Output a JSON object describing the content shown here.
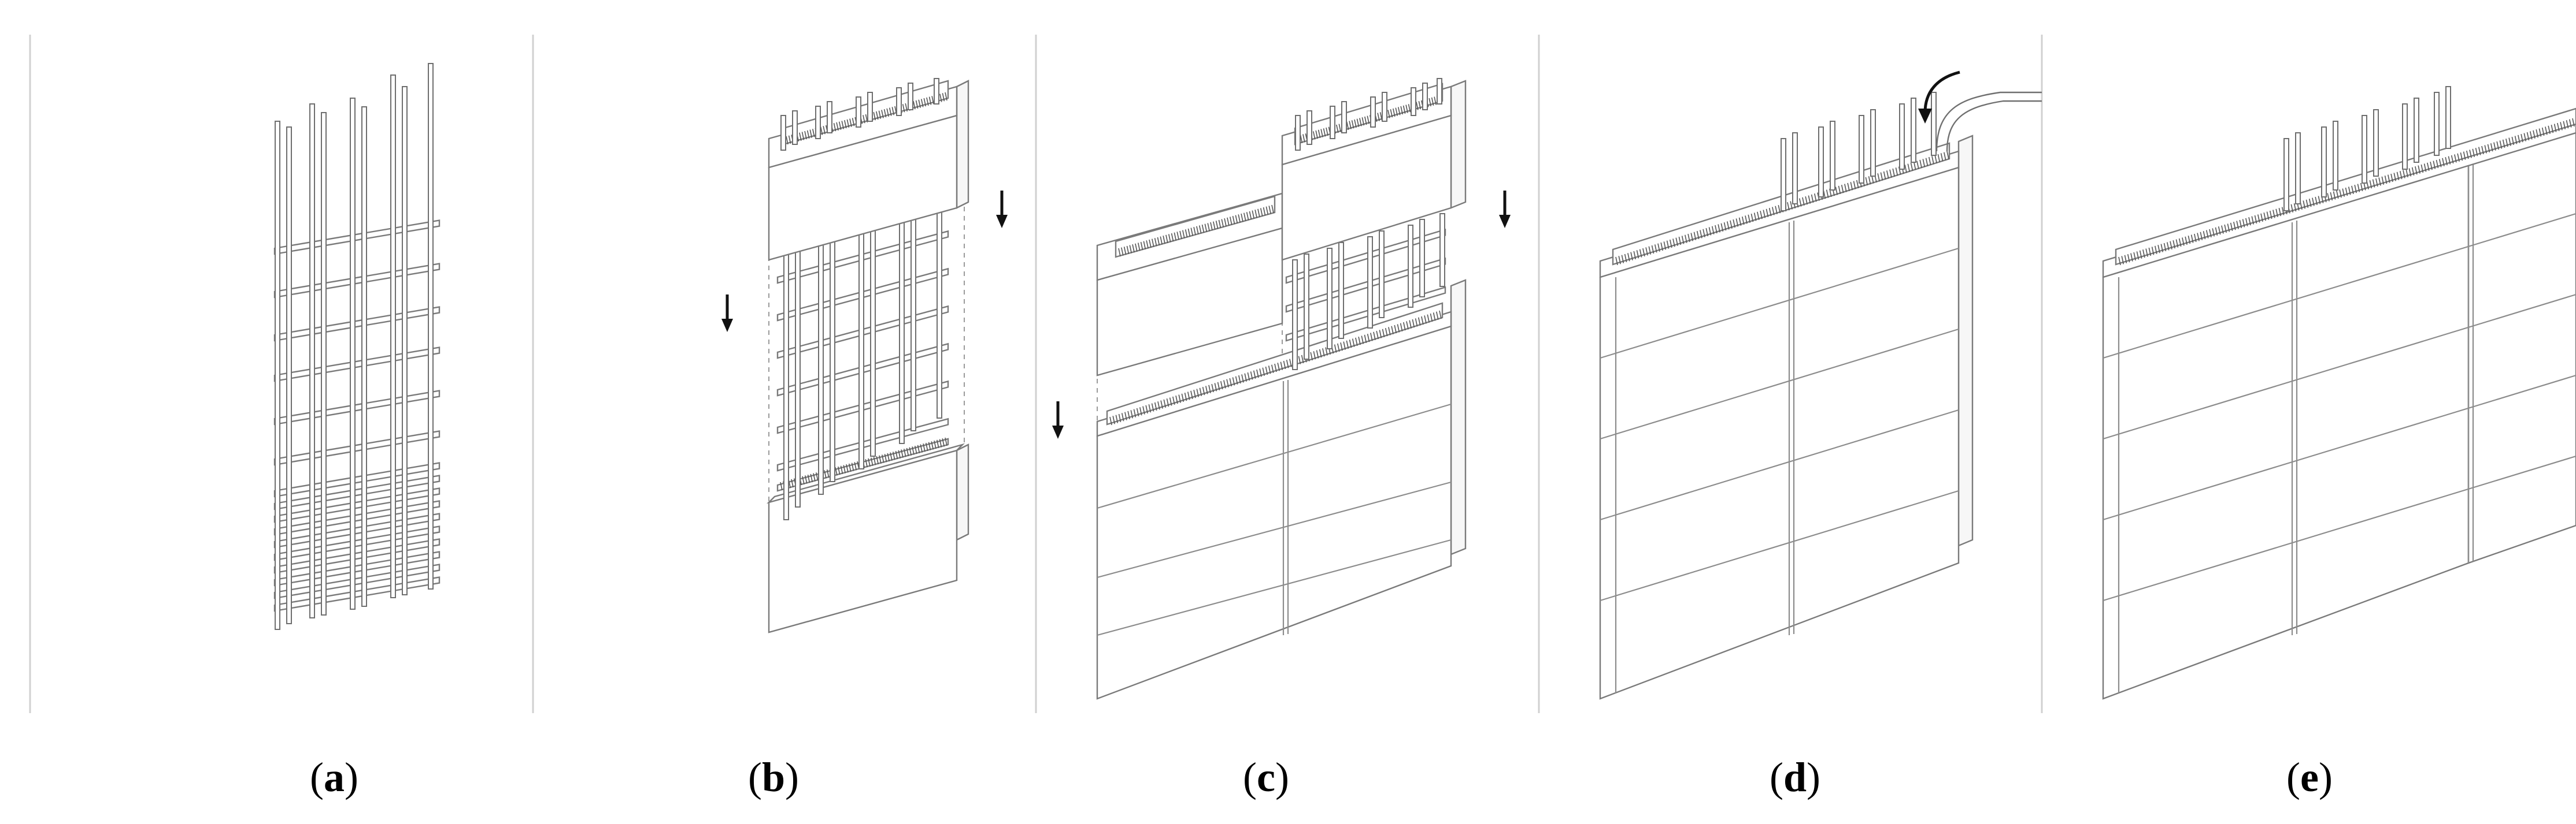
{
  "figure": {
    "panels": [
      {
        "id": "a",
        "label": "a",
        "step": "rebar-cage"
      },
      {
        "id": "b",
        "label": "b",
        "step": "first-blocks-lowered"
      },
      {
        "id": "c",
        "label": "c",
        "step": "adjacent-blocks-lowered"
      },
      {
        "id": "d",
        "label": "d",
        "step": "grout-pouring"
      },
      {
        "id": "e",
        "label": "e",
        "step": "finished-wall"
      }
    ],
    "colors": {
      "outline": "#7a7a7a",
      "arrow": "#111111",
      "separator": "#d0d0d0"
    }
  }
}
